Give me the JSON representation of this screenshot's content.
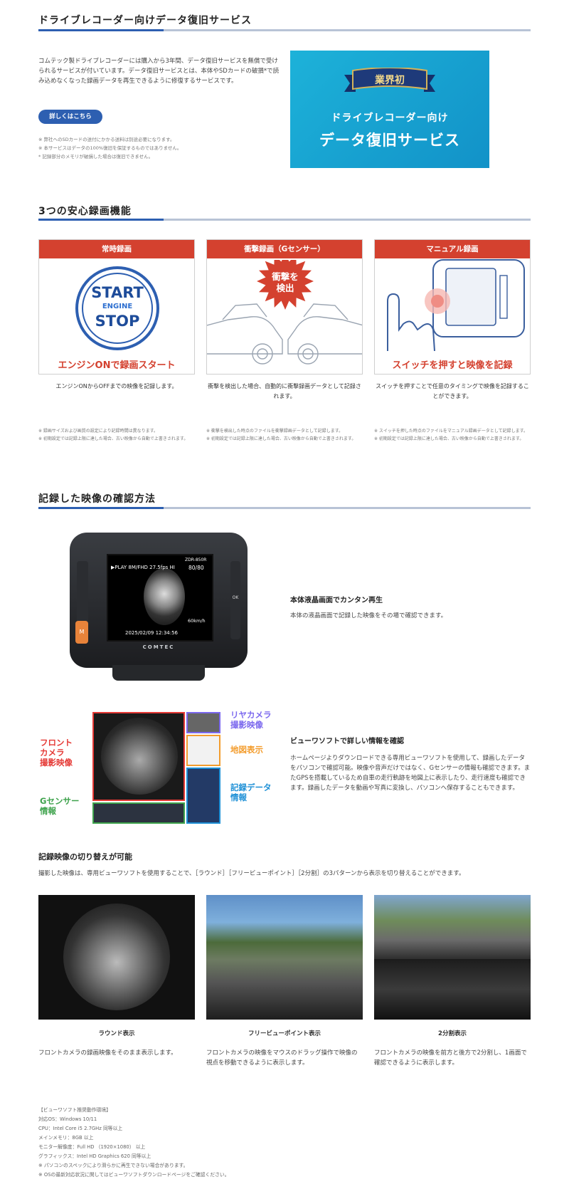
{
  "section1": {
    "title": "ドライブレコーダー向けデータ復旧サービス",
    "paragraph": "コムテック製ドライブレコーダーには購入から3年間、データ復旧サービスを無償で受けられるサービスが付いています。データ復旧サービスとは、本体やSDカードの破損*で読み込めなくなった録画データを再生できるように修復するサービスです。",
    "button_label": "詳しくはこちら",
    "notes": [
      "※ 弊社へのSDカードの送付にかかる送料は別途必要になります。",
      "※ 本サービスはデータの100%復旧を保証するものではありません。",
      "* 記録部分のメモリが破損した場合は復旧できません。"
    ],
    "banner": {
      "ribbon": "業界初",
      "line1": "ドライブレコーダー向け",
      "line2": "データ復旧サービス"
    }
  },
  "section2": {
    "title": "3つの安心録画機能",
    "cards": [
      {
        "head": "常時録画",
        "logo_line1": "START",
        "logo_line2": "ENGINE",
        "logo_line3": "STOP",
        "caption": "エンジンONで録画スタート",
        "desc": "エンジンONからOFFまでの映像を記録します。",
        "notes": [
          "※ 録画サイズおよび画質の設定により記録時間は異なります。",
          "※ 初期設定では記録上限に達した場合、古い映像から自動で上書きされます。"
        ]
      },
      {
        "head": "衝撃録画（Gセンサー）",
        "burst": "衝撃を\n検出",
        "caption": "",
        "desc": "衝撃を検出した場合、自動的に衝撃録画データとして記録されます。",
        "notes": [
          "※ 衝撃を検出した時点のファイルを衝撃録画データとして記録します。",
          "※ 初期設定では記録上限に達した場合、古い映像から自動で上書きされます。"
        ]
      },
      {
        "head": "マニュアル録画",
        "caption": "スイッチを押すと映像を記録",
        "desc": "スイッチを押すことで任意のタイミングで映像を記録することができます。",
        "notes": [
          "※ スイッチを押した時点のファイルをマニュアル録画データとして記録します。",
          "※ 初期設定では記録上限に達した場合、古い映像から自動で上書きされます。"
        ]
      }
    ]
  },
  "section3": {
    "title": "記録した映像の確認方法",
    "device": {
      "model": "ZDR-850R",
      "play": "▶PLAY 8M/FHD 27.5fps  HI",
      "count": "80/80",
      "speed": "60km/h",
      "datetime": "2025/02/09  12:34:56",
      "brand": "COMTEC",
      "ok": "OK",
      "m": "M"
    },
    "lcd_heading": "本体液晶画面でカンタン再生",
    "lcd_text": "本体の液晶画面で記録した映像をその場で確認できます。",
    "viewer_labels": {
      "front": "フロント\nカメラ\n撮影映像",
      "gsensor": "Gセンサー\n情報",
      "rear": "リヤカメラ\n撮影映像",
      "map": "地図表示",
      "data": "記録データ\n情報"
    },
    "viewer_heading": "ビューワソフトで詳しい情報を確認",
    "viewer_text": "ホームページよりダウンロードできる専用ビューワソフトを使用して、録画したデータをパソコンで確認可能。映像や音声だけではなく、Gセンサーの情報も確認できます。またGPSを搭載しているため自車の走行軌跡を地図上に表示したり、走行速度も確認できます。録画したデータを動画や写真に変換し、パソコンへ保存することもできます。"
  },
  "section4": {
    "title": "記録映像の切り替えが可能",
    "intro": "撮影した映像は、専用ビューワソフトを使用することで、［ラウンド］［フリービューポイント］［2分割］の3パターンから表示を切り替えることができます。",
    "views": [
      {
        "label": "ラウンド表示",
        "desc": "フロントカメラの録画映像をそのまま表示します。"
      },
      {
        "label": "フリービューポイント表示",
        "desc": "フロントカメラの映像をマウスのドラッグ操作で映像の視点を移動できるように表示します。"
      },
      {
        "label": "2分割表示",
        "desc": "フロントカメラの映像を前方と後方で2分割し、1画面で確認できるように表示します。"
      }
    ]
  },
  "requirements": [
    "【ビューワソフト推奨動作環境】",
    "対応OS：Windows 10/11",
    "CPU：Intel Core i5 2.7GHz 同等以上",
    "メインメモリ：8GB 以上",
    "モニター解像度：Full HD （1920×1080） 以上",
    "グラフィックス：Intel HD Graphics 620 同等以上",
    "※ パソコンのスペックにより滑らかに再生できない場合があります。",
    "※ OSの最新対応状況に関してはビューワソフトダウンロードページをご確認ください。"
  ],
  "colors": {
    "accent_blue": "#2d5fb1",
    "accent_red": "#d4412f",
    "banner_bg": "#1ba8d2",
    "navy": "#1e3a7a",
    "gold": "#d4b35a"
  }
}
